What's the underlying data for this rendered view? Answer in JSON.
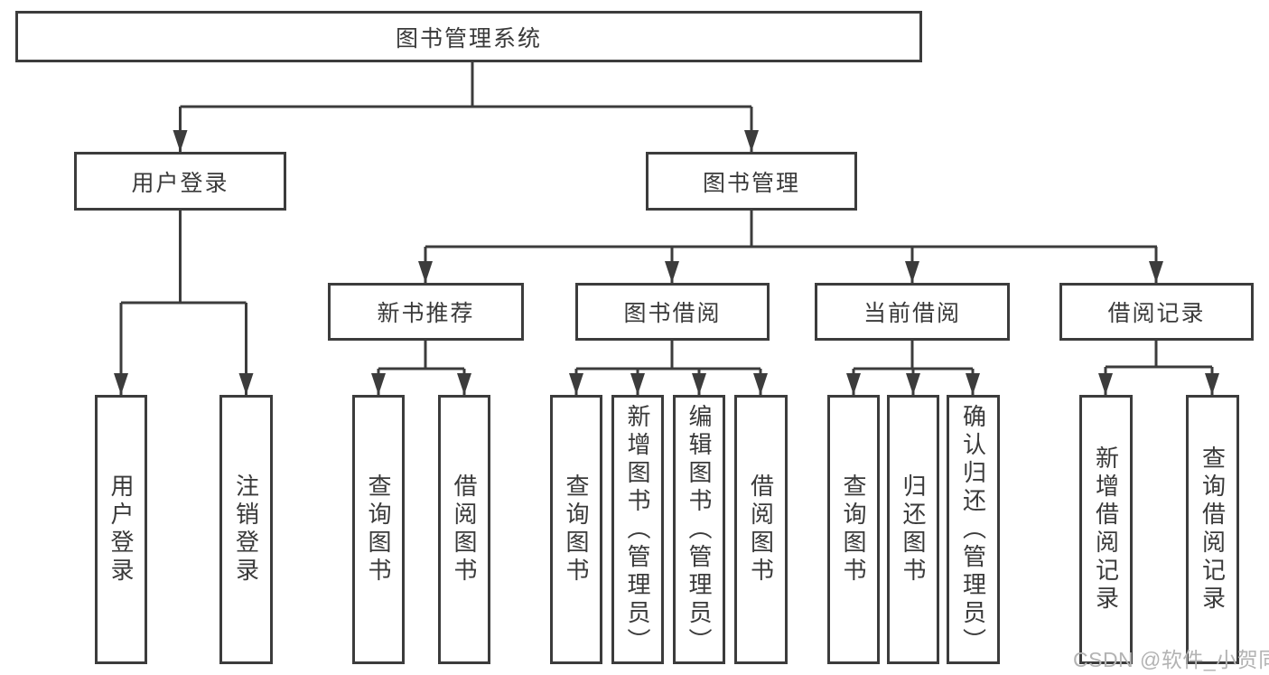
{
  "diagram": {
    "root": {
      "label": "图书管理系统"
    },
    "branches": [
      {
        "label": "用户登录",
        "children": [
          {
            "label": "用户登录"
          },
          {
            "label": "注销登录"
          }
        ]
      },
      {
        "label": "图书管理",
        "children": [
          {
            "label": "新书推荐",
            "children": [
              {
                "label": "查询图书"
              },
              {
                "label": "借阅图书"
              }
            ]
          },
          {
            "label": "图书借阅",
            "children": [
              {
                "label": "查询图书"
              },
              {
                "label": "新增图书（管理员）"
              },
              {
                "label": "编辑图书（管理员）"
              },
              {
                "label": "借阅图书"
              }
            ]
          },
          {
            "label": "当前借阅",
            "children": [
              {
                "label": "查询图书"
              },
              {
                "label": "归还图书"
              },
              {
                "label": "确认归还（管理员）"
              }
            ]
          },
          {
            "label": "借阅记录",
            "children": [
              {
                "label": "新增借阅记录"
              },
              {
                "label": "查询借阅记录"
              }
            ]
          }
        ]
      }
    ]
  },
  "watermark": {
    "text": "CSDN @软件_小贺同学"
  },
  "colors": {
    "line": "#3c3c3c",
    "text": "#3a3a3a",
    "watermark": "#b3b3b3",
    "background": "#ffffff"
  }
}
